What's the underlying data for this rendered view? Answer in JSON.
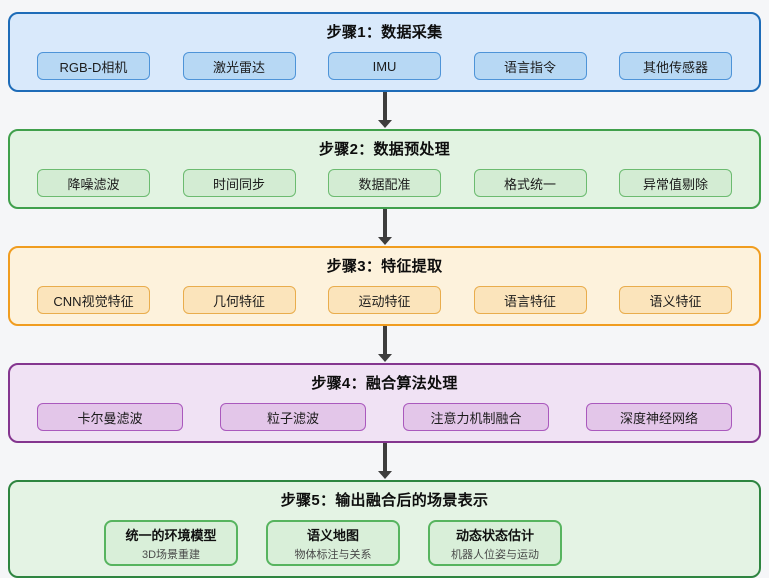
{
  "page": {
    "background": "#f5f6f8",
    "arrow_color": "#3d3d3d"
  },
  "stages": [
    {
      "title": "步骤1：数据采集",
      "colors": {
        "bg": "#d9e9fb",
        "border": "#1e6cb8",
        "item_bg": "#b7d8f4",
        "item_border": "#4e94d8"
      },
      "items": [
        {
          "label": "RGB-D相机"
        },
        {
          "label": "激光雷达"
        },
        {
          "label": "IMU"
        },
        {
          "label": "语言指令"
        },
        {
          "label": "其他传感器"
        }
      ]
    },
    {
      "title": "步骤2：数据预处理",
      "colors": {
        "bg": "#e2f3e2",
        "border": "#40a04c",
        "item_bg": "#d3ecd3",
        "item_border": "#6cbb70"
      },
      "items": [
        {
          "label": "降噪滤波"
        },
        {
          "label": "时间同步"
        },
        {
          "label": "数据配准"
        },
        {
          "label": "格式统一"
        },
        {
          "label": "异常值剔除"
        }
      ]
    },
    {
      "title": "步骤3：特征提取",
      "colors": {
        "bg": "#fdf2dc",
        "border": "#f09d20",
        "item_bg": "#fbe4bb",
        "item_border": "#e9ad4d"
      },
      "items": [
        {
          "label": "CNN视觉特征"
        },
        {
          "label": "几何特征"
        },
        {
          "label": "运动特征"
        },
        {
          "label": "语言特征"
        },
        {
          "label": "语义特征"
        }
      ]
    },
    {
      "title": "步骤4：融合算法处理",
      "colors": {
        "bg": "#f0e2f4",
        "border": "#84368f",
        "item_bg": "#e3c6e9",
        "item_border": "#aa59bd"
      },
      "items": [
        {
          "label": "卡尔曼滤波"
        },
        {
          "label": "粒子滤波"
        },
        {
          "label": "注意力机制融合"
        },
        {
          "label": "深度神经网络"
        }
      ]
    },
    {
      "title": "步骤5：输出融合后的场景表示",
      "colors": {
        "bg": "#e4f3e4",
        "border": "#2e8540",
        "item_bg": "#d9efd9",
        "item_border": "#57b45f"
      },
      "items": [
        {
          "label": "统一的环境模型",
          "sublabel": "3D场景重建"
        },
        {
          "label": "语义地图",
          "sublabel": "物体标注与关系"
        },
        {
          "label": "动态状态估计",
          "sublabel": "机器人位姿与运动"
        }
      ]
    }
  ]
}
